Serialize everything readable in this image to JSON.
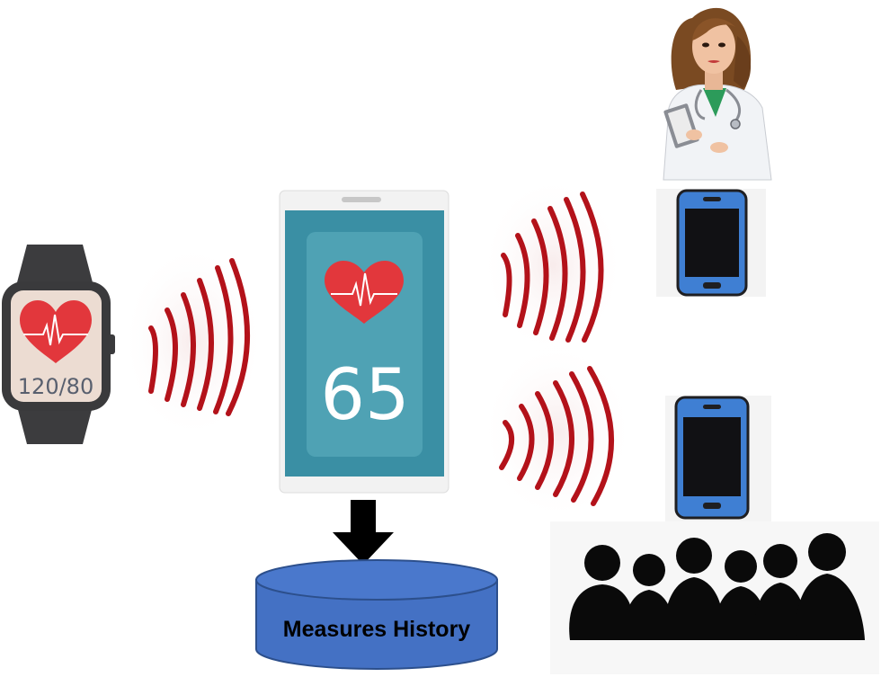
{
  "watch": {
    "reading": "120/80"
  },
  "phone": {
    "heart_rate": "65"
  },
  "database": {
    "label": "Measures History"
  },
  "colors": {
    "heart": "#e2373c",
    "screen_bg": "#3a8fa4",
    "screen_inner": "#4fa2b4",
    "wave": "#b3121a",
    "db_fill": "#4471c4",
    "db_stroke": "#2c4f8c",
    "smartphone_body": "#3f7fd3"
  }
}
